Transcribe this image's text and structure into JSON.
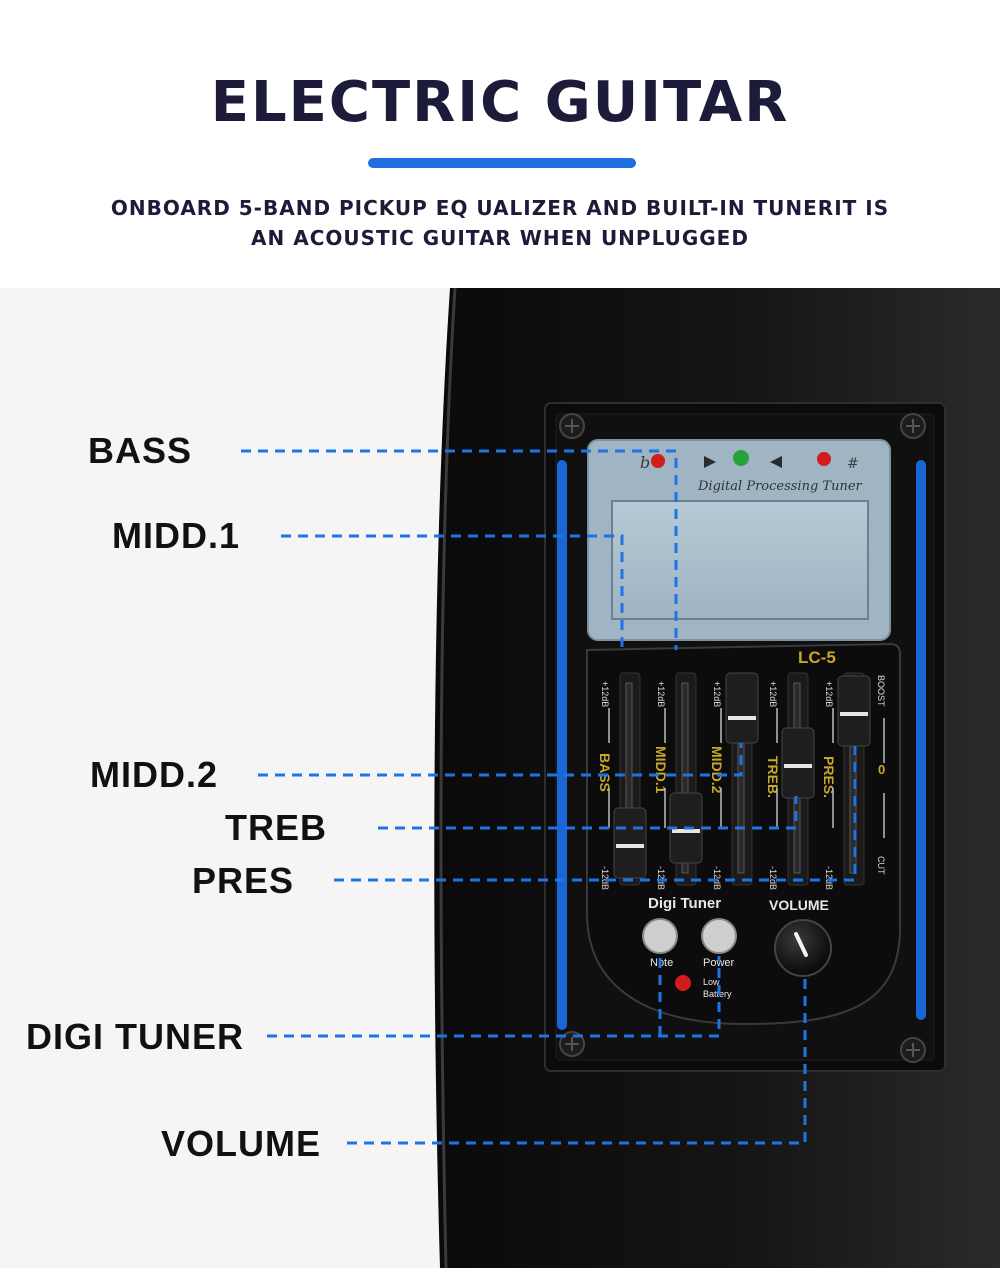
{
  "header": {
    "title": "ELECTRIC GUITAR",
    "subtitle_line1": "ONBOARD 5-BAND PICKUP EQ UALIZER AND BUILT-IN TUNERIT IS",
    "subtitle_line2": "AN ACOUSTIC GUITAR WHEN UNPLUGGED",
    "accent_color": "#1f6fe0"
  },
  "callouts": {
    "bass": "BASS",
    "midd1": "MIDD.1",
    "midd2": "MIDD.2",
    "treb": "TREB",
    "pres": "PRES",
    "digi_tuner": "DIGI TUNER",
    "volume": "VOLUME"
  },
  "panel": {
    "tuner_label": "Digital Processing Tuner",
    "tuner_flat": "b",
    "tuner_sharp": "#",
    "model": "LC-5",
    "slider_top": "+12dB",
    "slider_bottom": "-12dB",
    "sliders": [
      "BASS",
      "MIDD.1",
      "MIDD.2",
      "TREB.",
      "PRES."
    ],
    "boost": "BOOST",
    "zero": "0",
    "cut": "CUT",
    "digi_tuner": "Digi Tuner",
    "volume": "VOLUME",
    "note": "Note",
    "power": "Power",
    "low": "Low",
    "battery": "Battery"
  }
}
